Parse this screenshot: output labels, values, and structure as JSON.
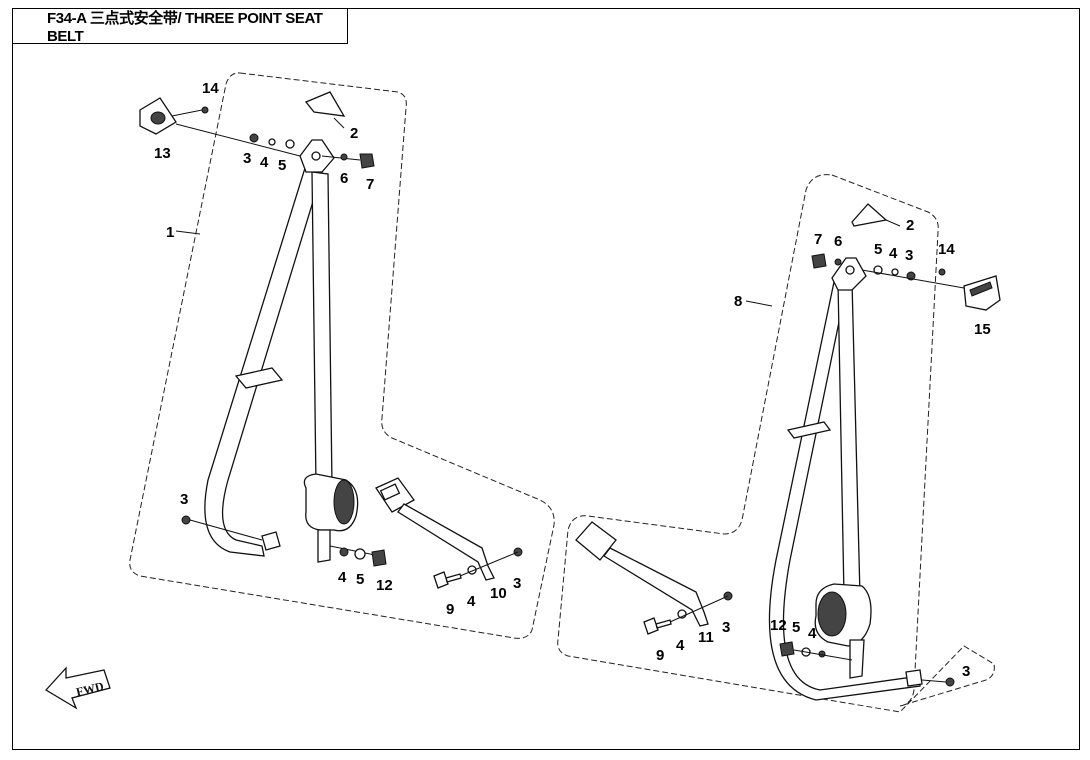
{
  "title": "F34-A 三点式安全带/ THREE POINT SEAT BELT",
  "fwd_label": "FWD",
  "labels": {
    "l_14": "14",
    "l_13": "13",
    "l_2": "2",
    "l_3a": "3",
    "l_4a": "4",
    "l_5a": "5",
    "l_6": "6",
    "l_7": "7",
    "l_1": "1",
    "l_3b": "3",
    "l_4b": "4",
    "l_5b": "5",
    "l_12": "12",
    "l_9": "9",
    "l_4c": "4",
    "l_10": "10",
    "l_3c": "3",
    "r_2": "2",
    "r_7": "7",
    "r_6": "6",
    "r_5": "5",
    "r_4": "4",
    "r_3": "3",
    "r_14": "14",
    "r_15": "15",
    "r_8": "8",
    "r_9": "9",
    "r_4b": "4",
    "r_11": "11",
    "r_3b": "3",
    "r_12": "12",
    "r_5b": "5",
    "r_4c": "4",
    "r_3c": "3"
  }
}
